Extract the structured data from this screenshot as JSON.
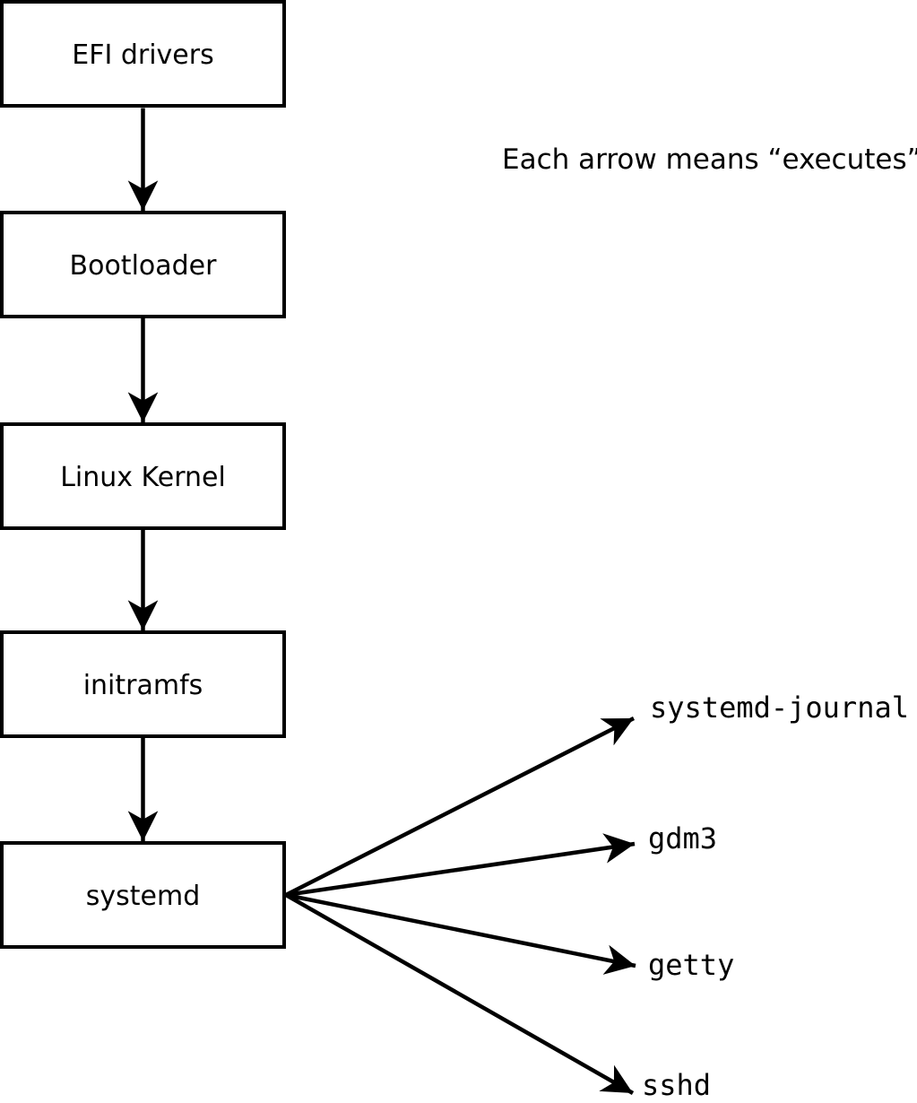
{
  "note": {
    "text": "Each arrow means “executes”."
  },
  "flow": {
    "boxes": [
      {
        "label": "EFI drivers"
      },
      {
        "label": "Bootloader"
      },
      {
        "label": "Linux Kernel"
      },
      {
        "label": "initramfs"
      },
      {
        "label": "systemd"
      }
    ]
  },
  "spawned": [
    {
      "label": "systemd-journal"
    },
    {
      "label": "gdm3"
    },
    {
      "label": "getty"
    },
    {
      "label": "sshd"
    }
  ],
  "colors": {
    "stroke": "#000000",
    "box_fill": "#ffffff",
    "background": "#ffffff",
    "text": "#000000"
  }
}
